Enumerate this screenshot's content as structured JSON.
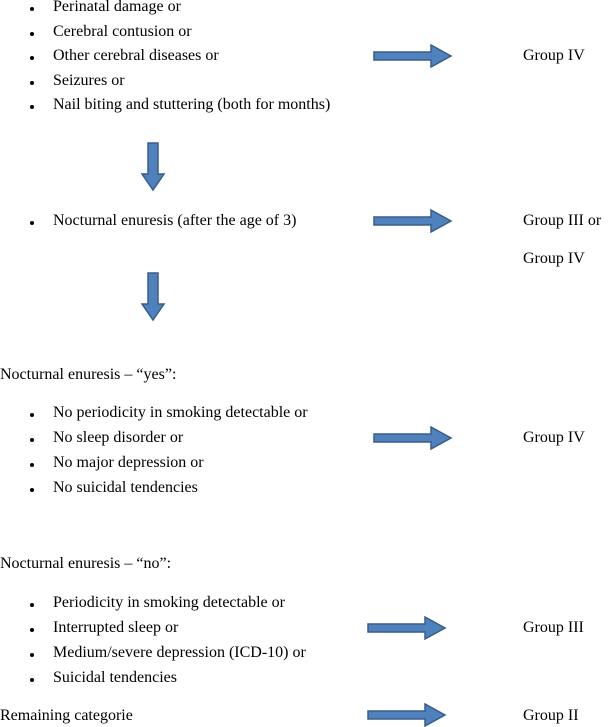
{
  "section1": {
    "items": [
      "Perinatal damage or",
      "Cerebral contusion or",
      "Other cerebral diseases or",
      "Seizures or",
      "Nail biting and stuttering (both for months)"
    ],
    "result": "Group IV"
  },
  "section2": {
    "items": [
      "Nocturnal enuresis (after the age of 3)"
    ],
    "result_line1": "Group III or",
    "result_line2": "Group IV"
  },
  "section3": {
    "heading": "Nocturnal enuresis – “yes”:",
    "items": [
      "No periodicity in smoking detectable or",
      "No sleep disorder or",
      "No major depression or",
      "No suicidal tendencies"
    ],
    "result": "Group IV"
  },
  "section4": {
    "heading": "Nocturnal enuresis – “no”:",
    "items": [
      "Periodicity in smoking detectable or",
      "Interrupted sleep or",
      "Medium/severe depression (ICD-10) or",
      "Suicidal tendencies"
    ],
    "result": "Group III"
  },
  "section5": {
    "label": "Remaining categorie",
    "result": "Group II"
  },
  "colors": {
    "arrow_fill": "#4f81bd",
    "arrow_stroke": "#385d8a"
  }
}
